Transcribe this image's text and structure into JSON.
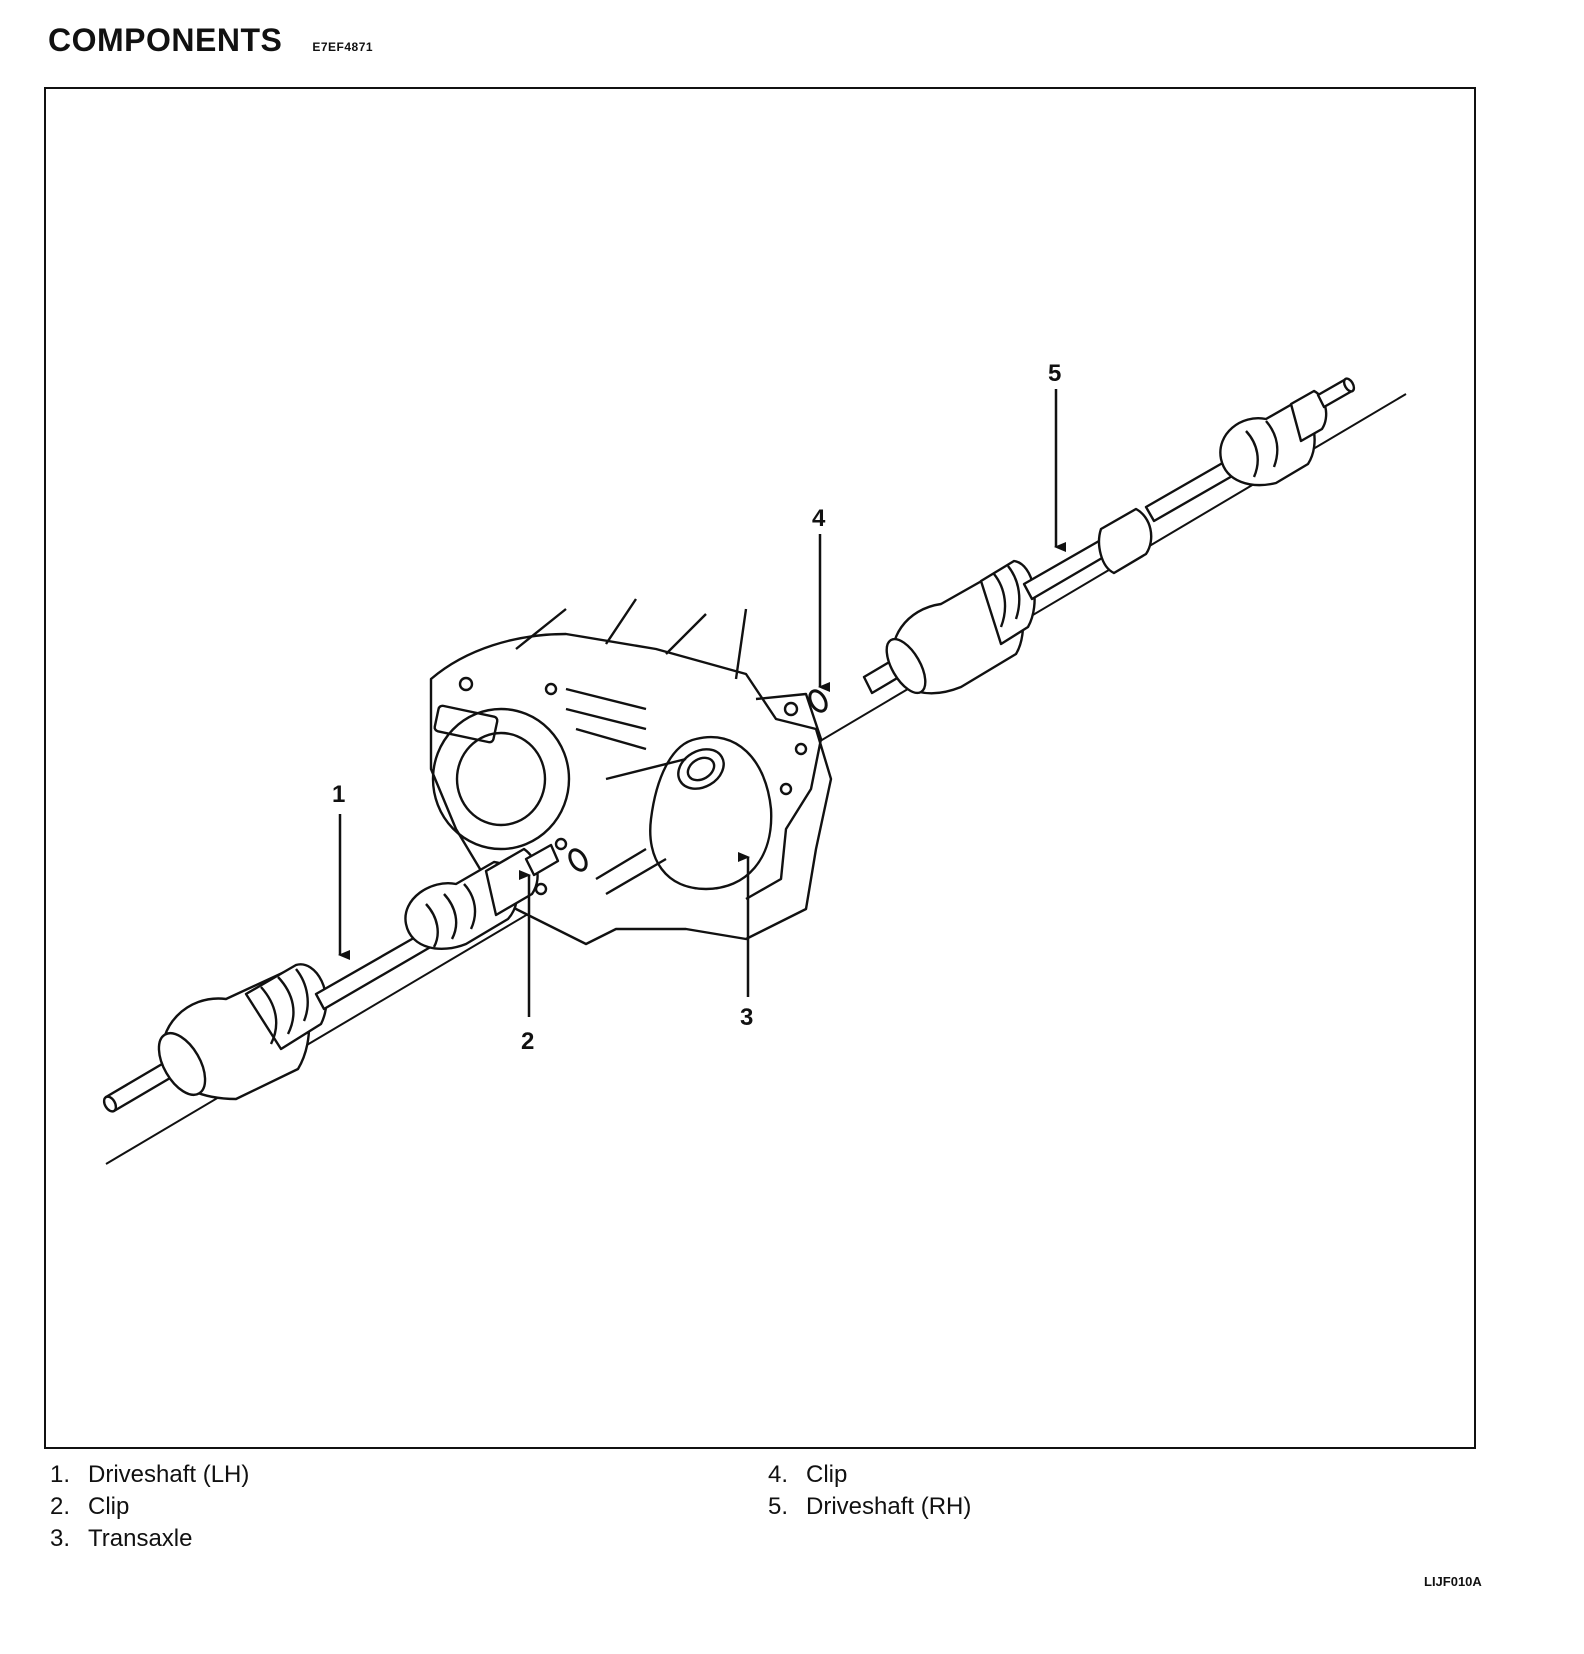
{
  "heading": {
    "title": "COMPONENTS",
    "code": "E7EF4871"
  },
  "figure": {
    "callouts": [
      {
        "number": "1",
        "points_to": "Driveshaft (LH)"
      },
      {
        "number": "2",
        "points_to": "Clip"
      },
      {
        "number": "3",
        "points_to": "Transaxle"
      },
      {
        "number": "4",
        "points_to": "Clip"
      },
      {
        "number": "5",
        "points_to": "Driveshaft (RH)"
      }
    ],
    "code": "LIJF010A"
  },
  "legend": [
    {
      "number": "1.",
      "label": "Driveshaft (LH)"
    },
    {
      "number": "2.",
      "label": "Clip"
    },
    {
      "number": "3.",
      "label": "Transaxle"
    },
    {
      "number": "4.",
      "label": "Clip"
    },
    {
      "number": "5.",
      "label": "Driveshaft (RH)"
    }
  ]
}
